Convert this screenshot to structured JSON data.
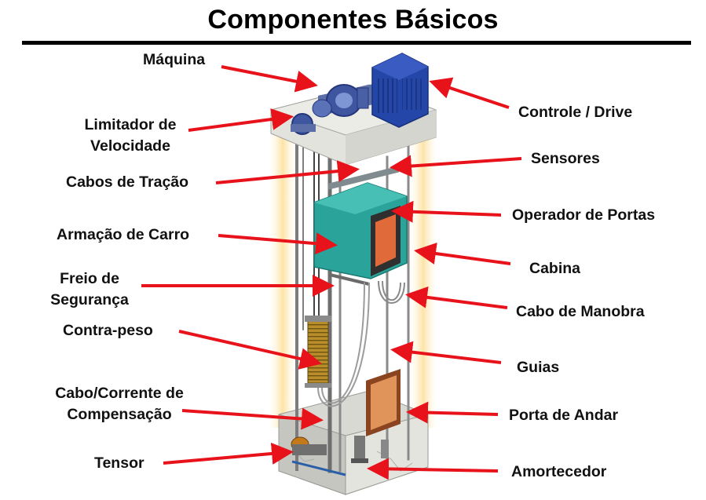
{
  "title": "Componentes Básicos",
  "labels": {
    "maquina": "Máquina",
    "limitador": [
      "Limitador de",
      "Velocidade"
    ],
    "cabos_tracao": "Cabos de Tração",
    "armacao": "Armação de Carro",
    "freio": [
      "Freio de",
      "Segurança"
    ],
    "contrapeso": "Contra-peso",
    "compensacao": [
      "Cabo/Corrente de",
      "Compensação"
    ],
    "tensor": "Tensor",
    "controle": "Controle / Drive",
    "sensores": "Sensores",
    "operador": "Operador de Portas",
    "cabina": "Cabina",
    "manobra": "Cabo de Manobra",
    "guias": "Guias",
    "porta_andar": "Porta de Andar",
    "amortecedor": "Amortecedor"
  },
  "colors": {
    "arrow": "#e8121b",
    "car_frame": "#2aa39a",
    "controller": "#2446a8",
    "door": "#e0945a",
    "glow": "#fde9b5"
  }
}
